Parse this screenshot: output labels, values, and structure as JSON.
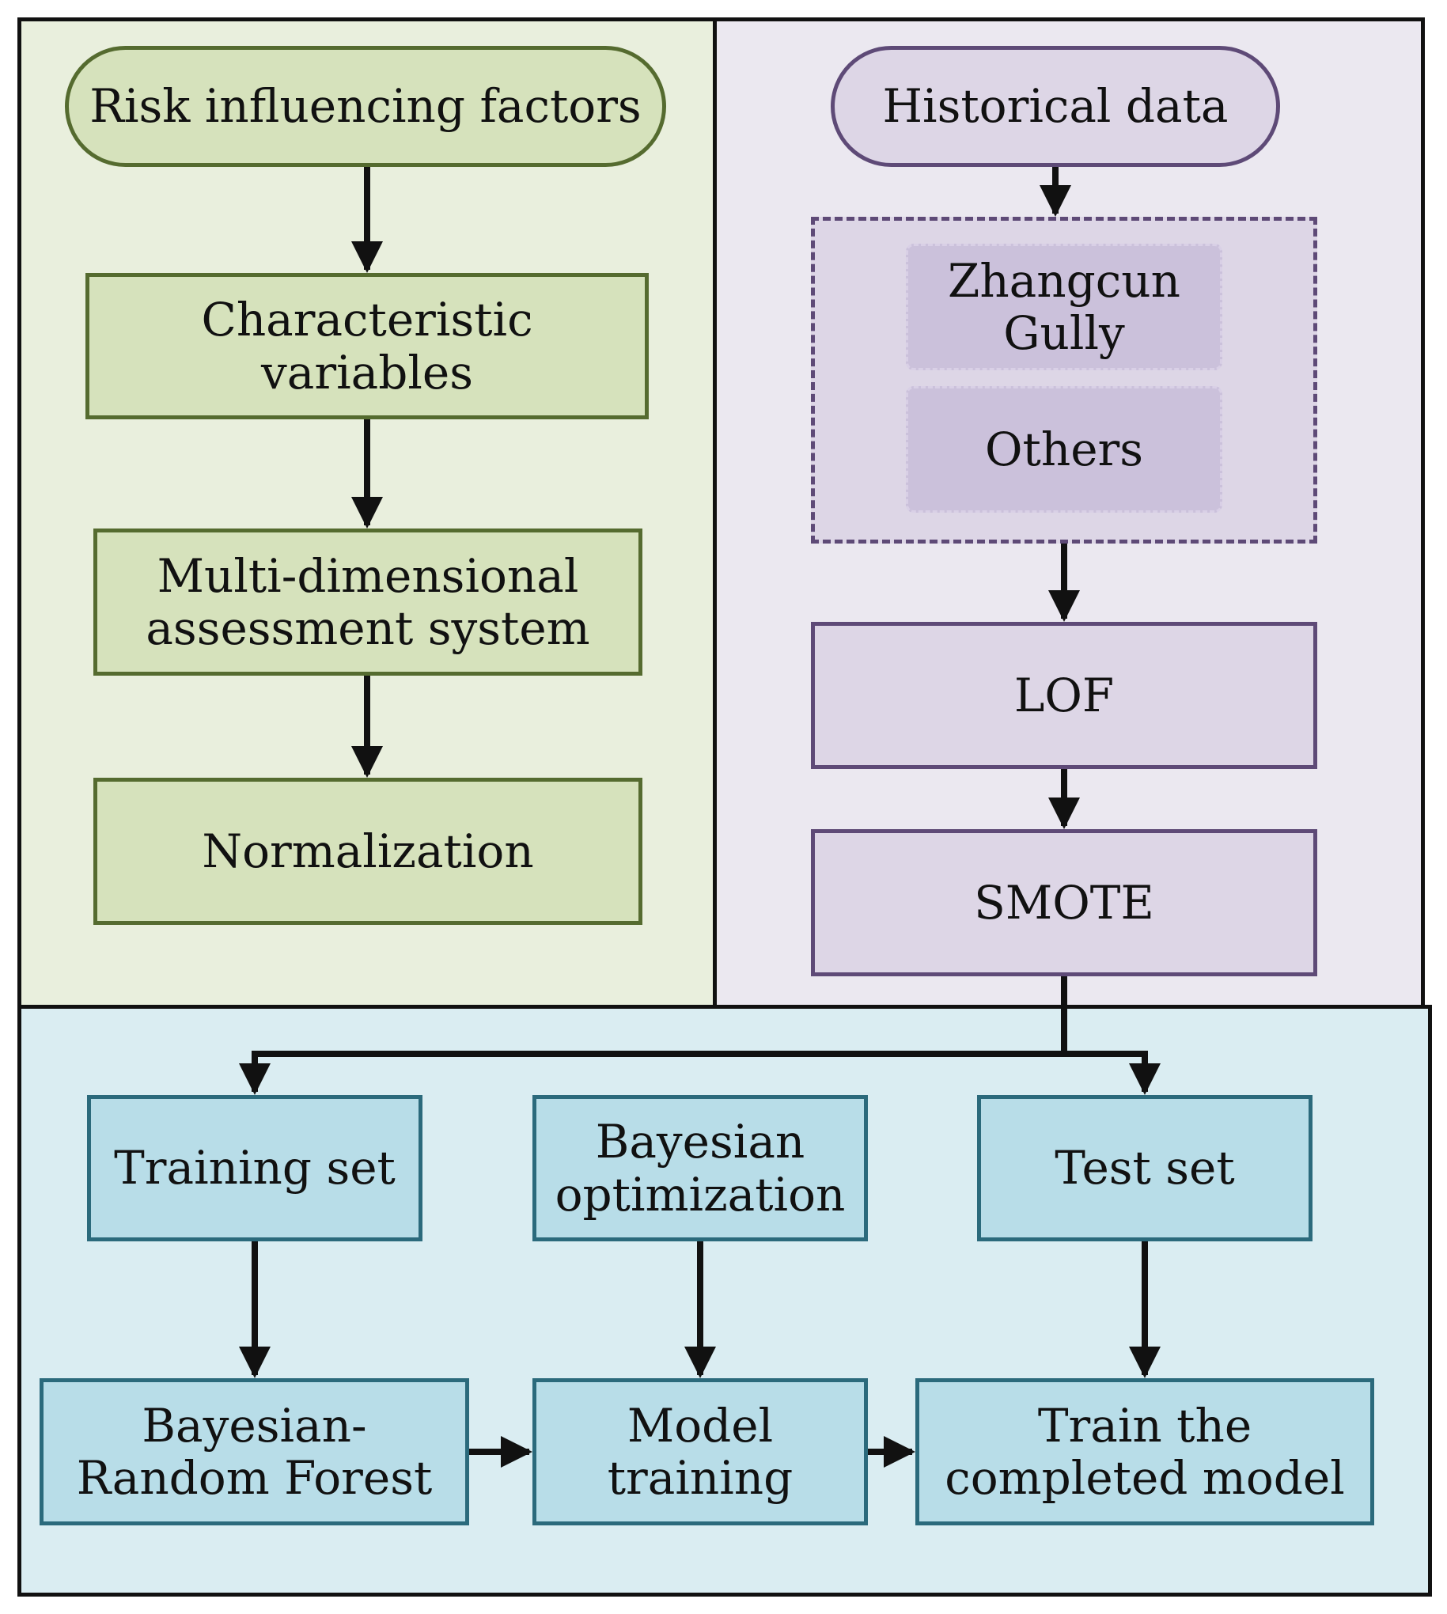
{
  "left_panel": {
    "start": "Risk influencing factors",
    "step1": [
      "Characteristic",
      "variables"
    ],
    "step2": [
      "Multi-dimensional",
      "assessment system"
    ],
    "step3": "Normalization"
  },
  "right_panel": {
    "start": "Historical data",
    "group": {
      "item1": [
        "Zhangcun",
        "Gully"
      ],
      "item2": "Others"
    },
    "step1": "LOF",
    "step2": "SMOTE"
  },
  "bottom_panel": {
    "training_set": "Training set",
    "bayesian_opt": [
      "Bayesian",
      "optimization"
    ],
    "test_set": "Test set",
    "brf": [
      "Bayesian-",
      "Random Forest"
    ],
    "model_training": [
      "Model",
      "training"
    ],
    "final_model": [
      "Train the",
      "completed model"
    ]
  },
  "colors": {
    "green_fill": "#d6e2bc",
    "green_border": "#556b2f",
    "green_panel": "#e9efdd",
    "purple_fill": "#ddd6e6",
    "purple_border": "#5e4a77",
    "purple_panel": "#ebe8f0",
    "blue_fill": "#b8dde8",
    "blue_border": "#2b6a7c",
    "blue_panel": "#daedf2"
  }
}
